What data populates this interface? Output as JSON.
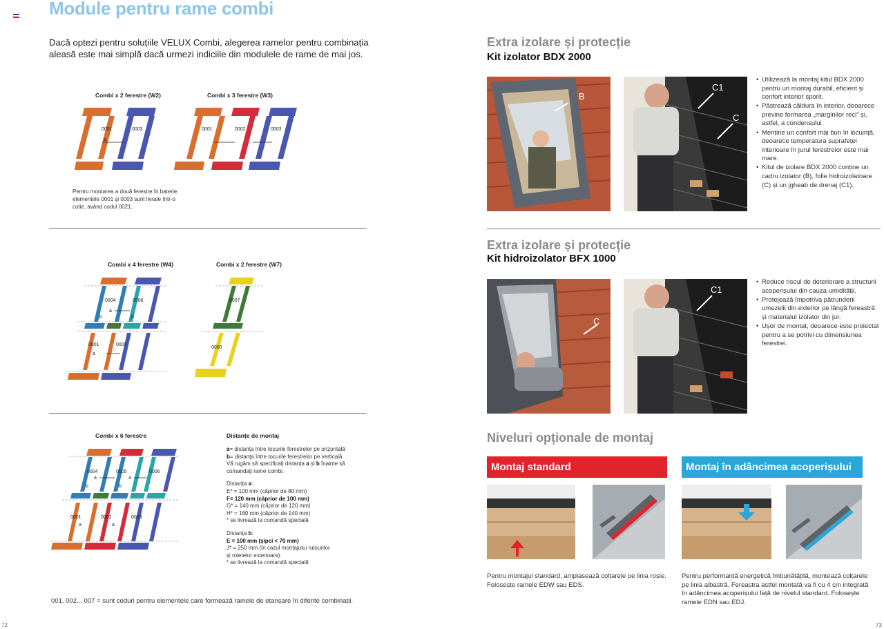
{
  "colors": {
    "title_blue": "#8ec6e6",
    "orange": "#d86f2e",
    "blue": "#4a57b1",
    "red": "#d32c3a",
    "teal": "#2aa6a8",
    "green": "#3f7a38",
    "yellow": "#e9d21f",
    "banner_red": "#e3232c",
    "banner_blue": "#2aa6d9"
  },
  "left": {
    "title": "Module pentru rame combi",
    "intro": "Dacă optezi pentru soluțiile VELUX Combi, alegerea ramelor pentru combinația aleasă este mai simplă dacă urmezi indiciile din modulele de rame de mai jos.",
    "fig_w2": {
      "label": "Combi x 2 ferestre (W2)",
      "codes": [
        "0001",
        "0003"
      ],
      "a": "a"
    },
    "fig_w3": {
      "label": "Combi x 3 ferestre (W3)",
      "codes": [
        "0001",
        "0002",
        "0003"
      ]
    },
    "note_1": "Pentru montarea a două ferestre în baterie, elementele 0001 și 0003 sunt livrate într-o cutie, având codul 0021.",
    "fig_w4": {
      "label": "Combi x 4 ferestre (W4)",
      "codes": [
        "0004",
        "0006",
        "0001",
        "0003"
      ],
      "a": "a",
      "b": "b"
    },
    "fig_w7": {
      "label": "Combi x 2 ferestre (W7)",
      "codes": [
        "0007",
        "0000"
      ]
    },
    "fig_6": {
      "label": "Combi x 6 ferestre",
      "codes": [
        "0004",
        "0005",
        "0006",
        "0001",
        "0002",
        "0003"
      ],
      "a": "a",
      "b": "b"
    },
    "legend_title": "Distanțe de montaj",
    "legend": {
      "a_def": "= distanța între tocurile ferestrelor pe orizontală",
      "b_def": "= distanța între tocurile ferestrelor pe verticală",
      "ask_1": "Vă rugăm să specificați distanța",
      "ask_2": "comandați rame combi.",
      "a_head": "Distanța",
      "a_e": "E* = 100 mm (căprior de 80 mm)",
      "a_f": "F= 120 mm (căprior de 100 mm)",
      "a_g": "G* = 140 mm (căprior de 120 mm)",
      "a_h": "H* = 160 mm (căprior de 140 mm)",
      "a_note": "* se livrează la comandă specială",
      "b_head": "Distanța",
      "b_e": "E = 100 mm (șipci < 70 mm)",
      "b_j1": "J* = 250 mm (în cazul montajului rulourilor",
      "b_j2": "și roletelor exterioare).",
      "b_note": "* se livrează la comandă specială",
      "a": "a",
      "b": "b",
      "and": "și",
      "and_word": "și",
      "colon": ":",
      "before_word": "înainte să"
    },
    "codes_note": "001, 002... 007 = sunt coduri pentru elementele care formează ramele de etanșare în diferite combinații.",
    "page_number": "72"
  },
  "right": {
    "sec1_title": "Extra izolare și protecție",
    "sec1_sub": "Kit izolator BDX 2000",
    "sec1_bullets": [
      "Utilizează la montaj kitul BDX 2000 pentru un montaj durabil, eficient și confort interior sporit.",
      "Păstrează căldura în interior, deoarece previne formarea „marginilor reci” și, astfel, a condensului.",
      "Menține un confort mai bun în locuință, deoarece temperatura suprafeței interioare în jurul ferestrelor este mai mare.",
      "Kitul de izolare BDX 2000 conține un cadru izolator (B), folie hidroizolatoare (C) și un jgheab de drenaj (C1)."
    ],
    "sec1_photo_labels": [
      "B",
      "C1",
      "C"
    ],
    "sec2_title": "Extra izolare și protecție",
    "sec2_sub": "Kit hidroizolator BFX 1000",
    "sec2_bullets": [
      "Reduce riscul de deteriorare a structurii acoperișului din cauza umidității.",
      "Protejează împotriva pătrunderii umezelii din exterior pe lângă fereastră și materialul izolator din jur.",
      "Ușor de montat, deoarece este proiectat pentru a se potrivi cu dimensiunea ferestrei."
    ],
    "sec2_photo_labels": [
      "C",
      "C1"
    ],
    "sec3_title": "Niveluri opționale de montaj",
    "banner_standard": "Montaj standard",
    "banner_deep": "Montaj în adâncimea acoperișului",
    "caption_standard": "Pentru montajul standard, amplasează colțarele pe linia roșie. Folosește ramele EDW sau EDS.",
    "caption_deep": "Pentru performanță energetică îmbunătățită, montează colțarele pe linia albastră. Fereastra astfel montată va fi cu 4 cm integrată în adâncimea acoperișului față de nivelul standard. Folosește ramele EDN sau EDJ.",
    "page_number": "73"
  }
}
